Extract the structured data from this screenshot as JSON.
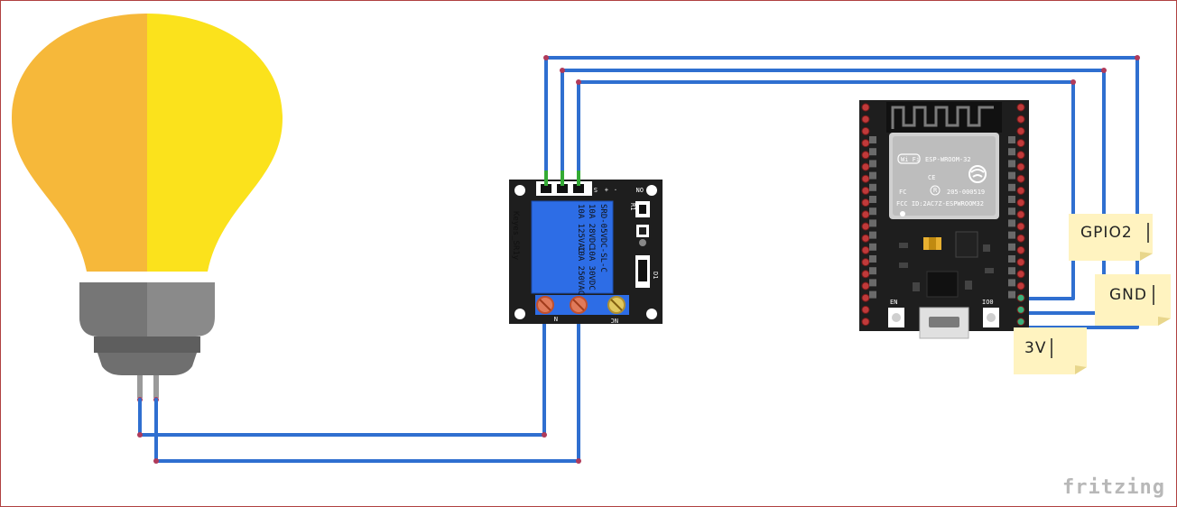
{
  "relay": {
    "model": "Keyes_SR1y",
    "part_number": "SRD-05VDC-SL-C",
    "rating_ac_1": "10A 250VAC",
    "rating_ac_2": "10A 125VAC",
    "rating_dc_1": "10A 30VDC",
    "rating_dc_2": "10A 28VDC",
    "pin_s": "S",
    "pin_plus": "+",
    "pin_minus": "-",
    "on_label": "ON",
    "r1_label": "R1",
    "led_label": "D1",
    "no_label": "N",
    "nc_label": "NC"
  },
  "esp32": {
    "module_name": "ESP-WROOM-32",
    "wifi_label": "Wi Fi",
    "ce_mark": "CE",
    "r_mark": "R",
    "cert_code": "205-000519",
    "fcc_text": "FCC ID:2AC7Z-ESPWROOM32",
    "en_label": "EN",
    "io0_label": "IO0"
  },
  "notes": {
    "gpio2": "GPIO2",
    "gnd": "GND",
    "v3": "3V"
  },
  "watermark": "fritzing",
  "colors": {
    "wire": "#2f6fd0",
    "bulb_left": "#f6b83a",
    "bulb_right": "#fbe21c",
    "pcb": "#1e1e1e",
    "relay_blue": "#2d6de6",
    "note": "#fff3c0"
  }
}
